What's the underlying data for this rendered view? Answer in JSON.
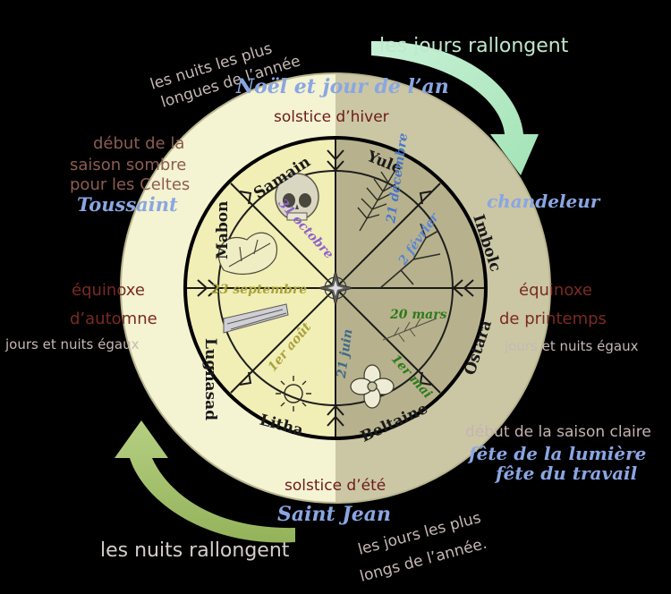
{
  "top_left_note": [
    "les nuits les plus",
    "longues de l’année"
  ],
  "top_right_arrow_label": "les jours rallongent",
  "winter_subtitle": "Noël et jour de l’an",
  "winter_solstice": "solstice d’hiver",
  "celtic_dark_season": [
    "début de la",
    "saison sombre",
    "pour les Celtes"
  ],
  "toussaint": "Toussaint",
  "chandeleur": "chandeleur",
  "autumn_equinox": [
    "équinoxe",
    "d’automne"
  ],
  "autumn_equal": "jours et nuits égaux",
  "spring_equinox": [
    "équinoxe",
    "de printemps"
  ],
  "spring_equal": "jours et nuits égaux",
  "light_season": "début de la saison claire",
  "light_festival": "fête de la lumière",
  "work_festival": "fête du travail",
  "summer_solstice": "solstice d’été",
  "saint_jean": "Saint Jean",
  "bottom_left_arrow_label": "les nuits rallongent",
  "bottom_right_note": [
    "les jours les plus",
    "longs de l’année."
  ],
  "sabbats": [
    "Samain",
    "Yule",
    "Imbolc",
    "Ostara",
    "Beltaine",
    "Litha",
    "Lugnasad",
    "Mabon"
  ],
  "dates": [
    "31 octobre",
    "21 décembre",
    "2 février",
    "20 mars",
    "1er mai",
    "21 juin",
    "1er août",
    "23 septembre"
  ],
  "colors": {
    "background": "#000000",
    "outer_ring_light": "#f4f4cf",
    "outer_ring_dark": "#c7c3a1",
    "wheel_dark_half": "#b3ae88",
    "wheel_light_half": "#f1eeb5",
    "arrow_green_light": "#c8f1d6",
    "arrow_green_olive": "#a9c56f",
    "date_purple": "#8e63c9",
    "date_green": "#2d7a1c",
    "date_olive": "#a9a23a",
    "date_blue": "#4a78c8"
  }
}
